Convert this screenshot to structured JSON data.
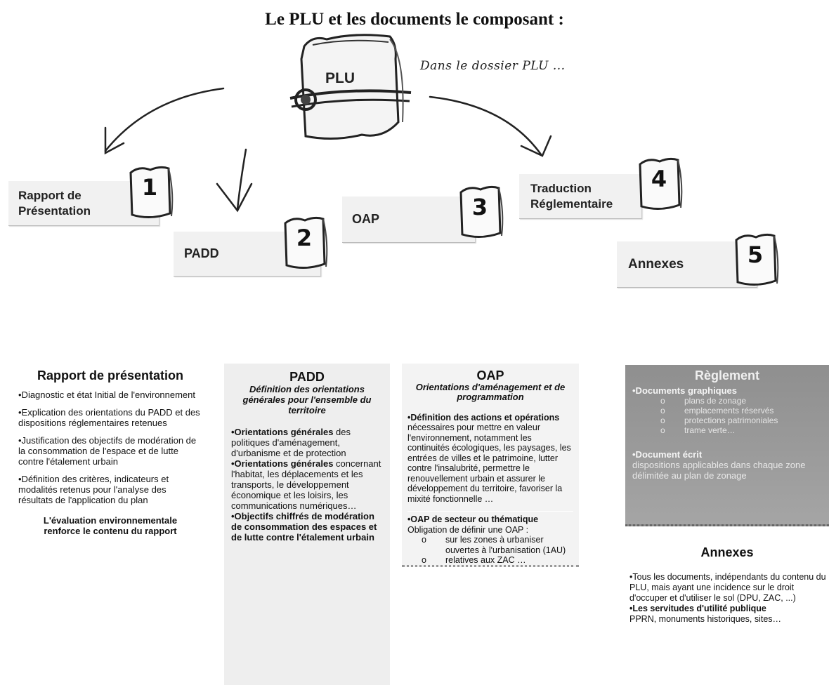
{
  "title": "Le PLU et les documents le composant :",
  "subtitle": "Dans le dossier PLU ...",
  "dossier_label": "PLU",
  "steps": [
    {
      "line1": "Rapport de",
      "line2": "Présentation",
      "number": "1"
    },
    {
      "line1": "PADD",
      "line2": "",
      "number": "2"
    },
    {
      "line1": "OAP",
      "line2": "",
      "number": "3"
    },
    {
      "line1": "Traduction",
      "line2": "Réglementaire",
      "number": "4"
    },
    {
      "line1": "Annexes",
      "line2": "",
      "number": "5"
    }
  ],
  "rapport": {
    "heading": "Rapport de présentation",
    "items": [
      "•Diagnostic et état Initial de l'environnement",
      "•Explication des orientations du PADD et des dispositions réglementaires retenues",
      "•Justification des objectifs de modération de la consommation de l'espace et de lutte contre l'étalement urbain",
      "•Définition des critères, indicateurs et modalités retenus pour l'analyse des résultats de l'application du plan"
    ],
    "footer": "L'évaluation environnementale renforce le contenu du rapport"
  },
  "padd": {
    "heading": "PADD",
    "subheading": "Définition des orientations générales pour l'ensemble du territoire",
    "p1_bold": "•Orientations générales",
    "p1_text": " des politiques d'aménagement, d'urbanisme et de protection",
    "p2_bold": "•Orientations générales",
    "p2_text": " concernant l'habitat, les déplacements et les transports, le développement économique et les loisirs, les communications numériques…",
    "p3_bold": "•Objectifs chiffrés de modération de consommation des espaces et de lutte contre l'étalement urbain"
  },
  "oap": {
    "heading": "OAP",
    "subheading": "Orientations d'aménagement et de programmation",
    "p1_bold": "•Définition des actions et opérations",
    "p1_text": " nécessaires pour mettre en valeur l'environnement, notamment les continuités écologiques, les paysages, les entrées de villes et le patrimoine, lutter contre l'insalubrité, permettre le renouvellement urbain et assurer le développement du territoire, favoriser la mixité fonctionnelle …",
    "p2_bold": "•OAP de secteur ou thématique",
    "p2_text": "Obligation de définir une OAP :",
    "list": [
      "sur les zones à urbaniser ouvertes à l'urbanisation (1AU)",
      "relatives aux ZAC …"
    ]
  },
  "reglement": {
    "heading": "Règlement",
    "graph_label": "•Documents graphiques",
    "graph_items": [
      "plans de zonage",
      "emplacements réservés",
      "protections patrimoniales",
      "trame verte…"
    ],
    "ecrit_label": "•Document écrit",
    "ecrit_text": "dispositions applicables dans chaque zone délimitée au plan de zonage"
  },
  "annexes": {
    "heading": "Annexes",
    "p1": "•Tous les documents, indépendants du contenu du PLU, mais ayant une incidence sur le droit d'occuper et d'utiliser le sol (DPU, ZAC, ...)",
    "p2_bold": "•Les servitudes d'utilité publique",
    "p2_text": "PPRN, monuments historiques, sites…"
  }
}
